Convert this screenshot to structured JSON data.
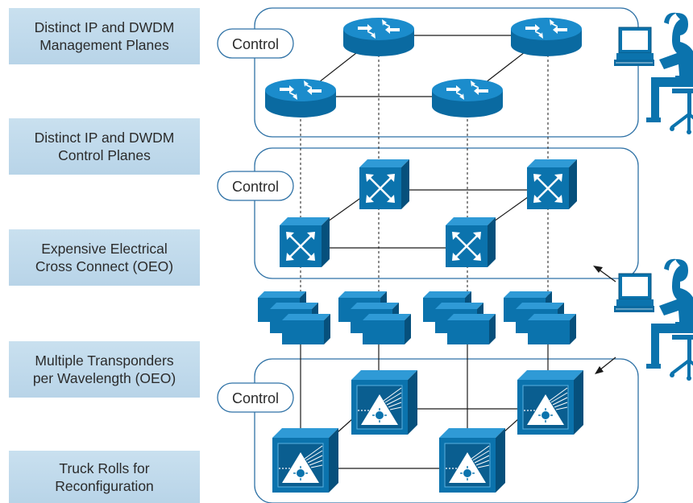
{
  "labels": [
    {
      "line1": "Distinct IP and DWDM",
      "line2": "Management Planes"
    },
    {
      "line1": "Distinct IP and DWDM",
      "line2": "Control Planes"
    },
    {
      "line1": "Expensive Electrical",
      "line2": "Cross Connect (OEO)"
    },
    {
      "line1": "Multiple Transponders",
      "line2": "per Wavelength (OEO)"
    },
    {
      "line1": "Truck Rolls for",
      "line2": "Reconfiguration"
    }
  ],
  "control_label": "Control",
  "colors": {
    "label_bg": "#c0d9eb",
    "device_blue": "#0b73ad",
    "device_dark": "#075683",
    "plane_stroke": "#2f72a6",
    "line": "#1a1a1a"
  },
  "icons": [
    "router-icon",
    "cross-connect-icon",
    "transponder-icon",
    "optical-node-icon",
    "operator-at-workstation-icon"
  ]
}
